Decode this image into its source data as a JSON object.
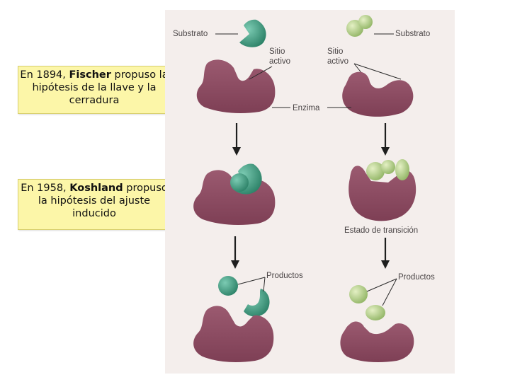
{
  "notes": {
    "fischer": {
      "before": "En 1894, ",
      "name": "Fischer",
      "after": " propuso la hipótesis de la llave y la cerradura"
    },
    "koshland": {
      "before": "En 1958, ",
      "name": "Koshland",
      "after": " propuso la hipótesis del ajuste inducido"
    }
  },
  "figure": {
    "left_model": {
      "substrate_label": "Substrato",
      "active_site_label": [
        "Sitio",
        "activo"
      ],
      "products_label": "Productos"
    },
    "right_model": {
      "substrate_label": "Substrato",
      "active_site_label": [
        "Sitio",
        "activo"
      ],
      "transition_label": "Estado de transición",
      "products_label": "Productos"
    },
    "enzyme_label": "Enzima"
  },
  "colors": {
    "enzyme": "#8c4a60",
    "substrate_left": "#3f9a80",
    "substrate_right": "#b4cf8a",
    "note_background": "#fcf6a8",
    "figure_background": "#f4eeec"
  }
}
